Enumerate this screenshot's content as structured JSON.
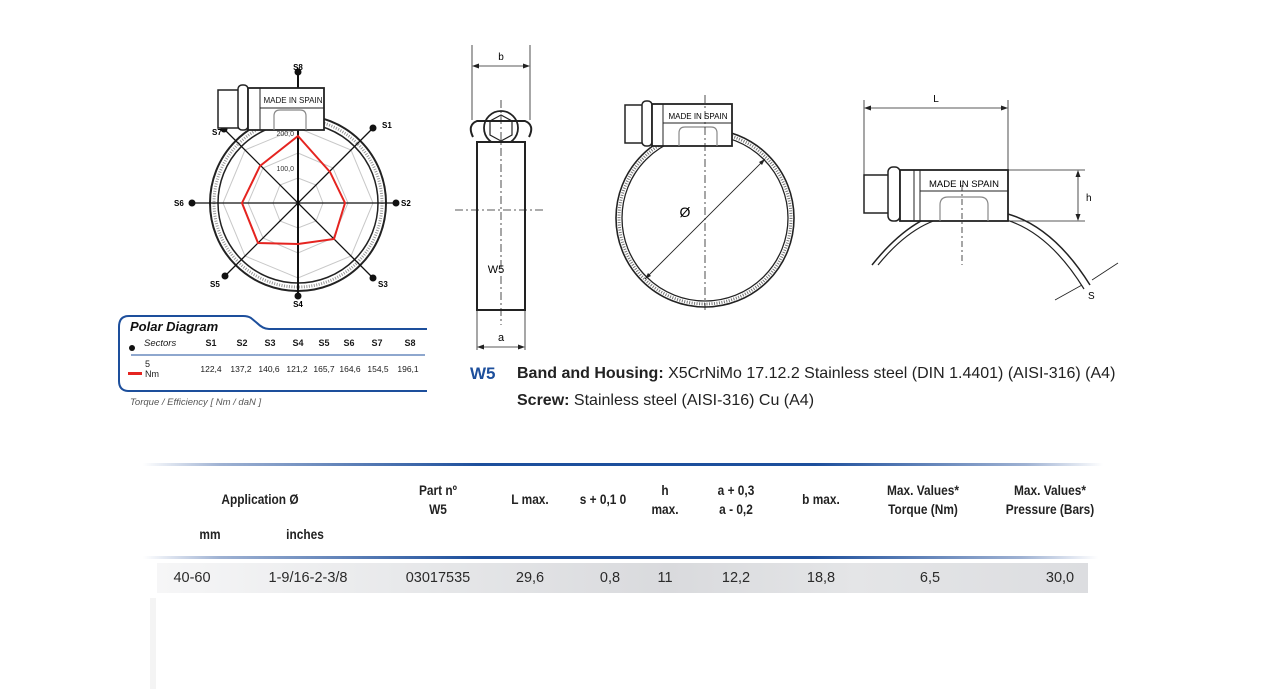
{
  "polar_diagram": {
    "axis_labels": [
      "S1",
      "S2",
      "S3",
      "S4",
      "S5",
      "S6",
      "S7",
      "S8"
    ],
    "grid_labels": [
      "200,0",
      "100,0"
    ],
    "stamp": "MADE IN SPAIN",
    "legend": {
      "title": "Polar Diagram",
      "sectors_label": "Sectors",
      "sectors": [
        "S1",
        "S2",
        "S3",
        "S4",
        "S5",
        "S6",
        "S7",
        "S8"
      ],
      "series_label": "5 Nm",
      "series_color": "#e52420",
      "values": [
        "122,4",
        "137,2",
        "140,6",
        "121,2",
        "165,7",
        "164,6",
        "154,5",
        "196,1"
      ],
      "caption": "Torque / Efficiency [ Nm / daN ]"
    }
  },
  "drawings": {
    "side_view": {
      "dim_top": "b",
      "dim_bottom": "a",
      "band_label": "W5"
    },
    "front_view": {
      "stamp": "MADE IN SPAIN",
      "diameter_symbol": "Ø"
    },
    "detail_view": {
      "stamp": "MADE IN SPAIN",
      "dim_length": "L",
      "dim_height": "h",
      "dim_thickness": "S"
    }
  },
  "materials": {
    "code": "W5",
    "band_label": "Band and Housing:",
    "band_value": "X5CrNiMo 17.12.2 Stainless steel (DIN 1.4401) (AISI-316) (A4)",
    "screw_label": "Screw:",
    "screw_value": "Stainless steel (AISI-316) Cu  (A4)"
  },
  "colors": {
    "accent_blue": "#1d4f9c",
    "polar_red": "#e52420"
  },
  "table": {
    "headers": {
      "application": "Application Ø",
      "mm": "mm",
      "inches": "inches",
      "part_no_1": "Part nº",
      "part_no_2": "W5",
      "l_max": "L max.",
      "s": "s + 0,1 0",
      "h_1": "h",
      "h_2": "max.",
      "a_1": "a + 0,3",
      "a_2": "a - 0,2",
      "b_max": "b max.",
      "torque_1": "Max. Values*",
      "torque_2": "Torque (Nm)",
      "pressure_1": "Max. Values*",
      "pressure_2": "Pressure (Bars)"
    },
    "rows": [
      {
        "mm": "40-60",
        "inches": "1-9/16-2-3/8",
        "part_no": "03017535",
        "l_max": "29,6",
        "s": "0,8",
        "h": "11",
        "a": "12,2",
        "b_max": "18,8",
        "torque": "6,5",
        "pressure": "30,0"
      }
    ]
  },
  "chart_data": {
    "type": "radar",
    "title": "Polar Diagram",
    "categories": [
      "S1",
      "S2",
      "S3",
      "S4",
      "S5",
      "S6",
      "S7",
      "S8"
    ],
    "series": [
      {
        "name": "5 Nm",
        "values": [
          122.4,
          137.2,
          140.6,
          121.2,
          165.7,
          164.6,
          154.5,
          196.1
        ]
      }
    ],
    "grid_levels": [
      100,
      200
    ],
    "caption": "Torque / Efficiency [ Nm / daN ]"
  }
}
